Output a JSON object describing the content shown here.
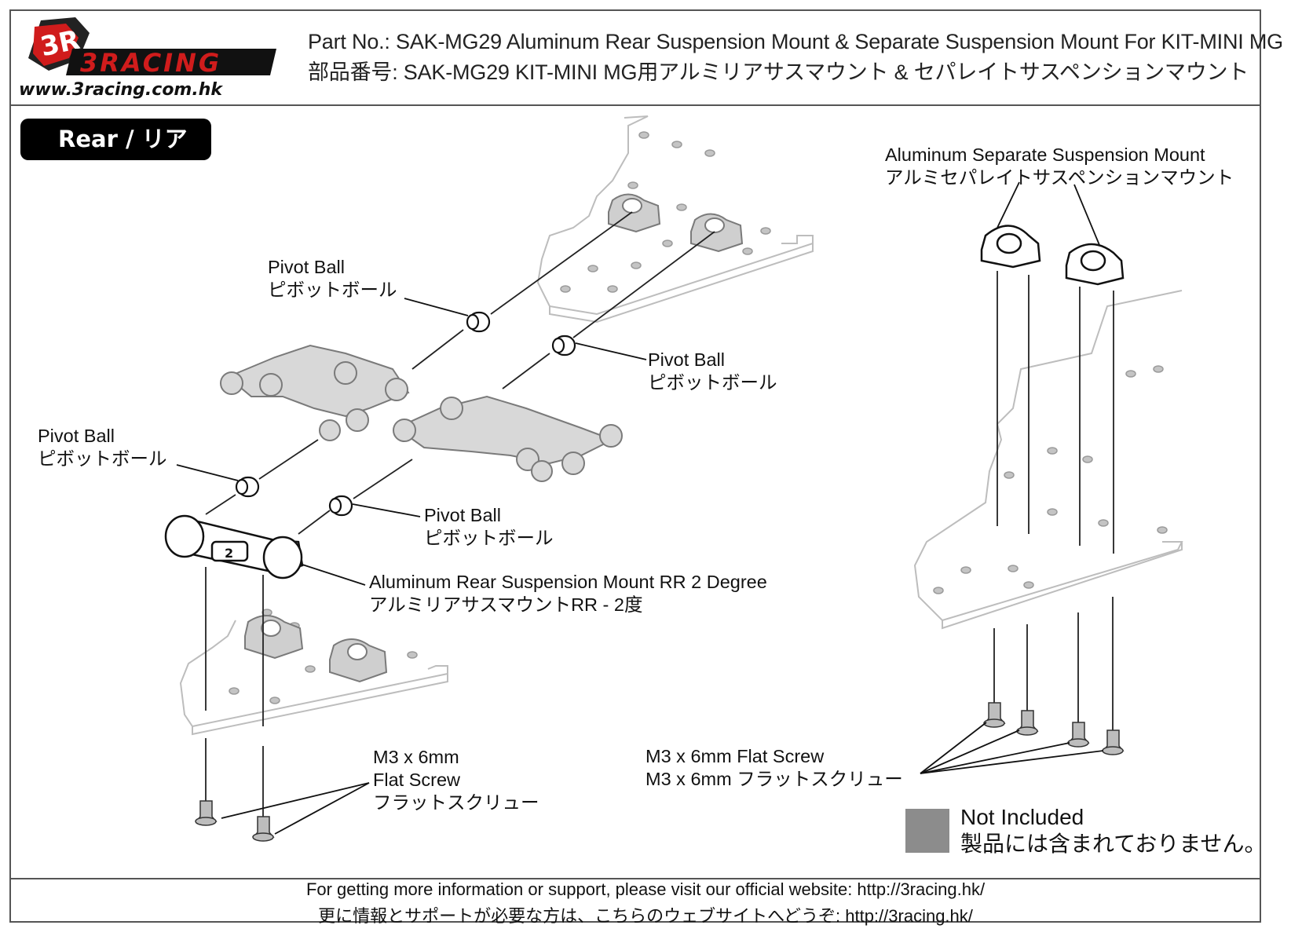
{
  "header": {
    "brand": "3RACING",
    "brand_mark": "3R",
    "website": "www.3racing.com.hk",
    "title_en": "Part No.: SAK-MG29  Aluminum Rear Suspension Mount & Separate Suspension Mount For KIT-MINI MG",
    "title_jp": "部品番号: SAK-MG29   KIT-MINI MG用アルミリアサスマウント & セパレイトサスペンションマウント"
  },
  "section": {
    "label": "Rear / リア"
  },
  "labels": {
    "pivot_ball_1": {
      "en": "Pivot Ball",
      "jp": "ピボットボール"
    },
    "pivot_ball_2": {
      "en": "Pivot Ball",
      "jp": "ピボットボール"
    },
    "pivot_ball_3": {
      "en": "Pivot Ball",
      "jp": "ピボットボール"
    },
    "pivot_ball_4": {
      "en": "Pivot Ball",
      "jp": "ピボットボール"
    },
    "rear_mount": {
      "en": "Aluminum Rear Suspension Mount RR 2 Degree",
      "jp": "アルミリアサスマウントRR - 2度",
      "engraving": "2"
    },
    "separate_mount": {
      "en": "Aluminum Separate Suspension Mount",
      "jp": "アルミセパレイトサスペンションマウント"
    },
    "screw_left": {
      "l1": "M3 x 6mm",
      "l2": "Flat Screw",
      "l3": "フラットスクリュー"
    },
    "screw_right": {
      "en": "M3 x 6mm Flat Screw",
      "jp": "M3 x 6mm フラットスクリュー"
    }
  },
  "legend": {
    "title": "Not Included",
    "jp": "製品には含まれておりません。",
    "swatch_color": "#8c8c8c"
  },
  "footer": {
    "en": "For getting more information or support, please visit our official website: http://3racing.hk/",
    "jp": "更に情報とサポートが必要な方は、こちらのウェブサイトへどうぞ: http://3racing.hk/"
  },
  "colors": {
    "brand_red": "#d01c1c",
    "not_included_gray": "#8c8c8c",
    "frame": "#555555"
  }
}
